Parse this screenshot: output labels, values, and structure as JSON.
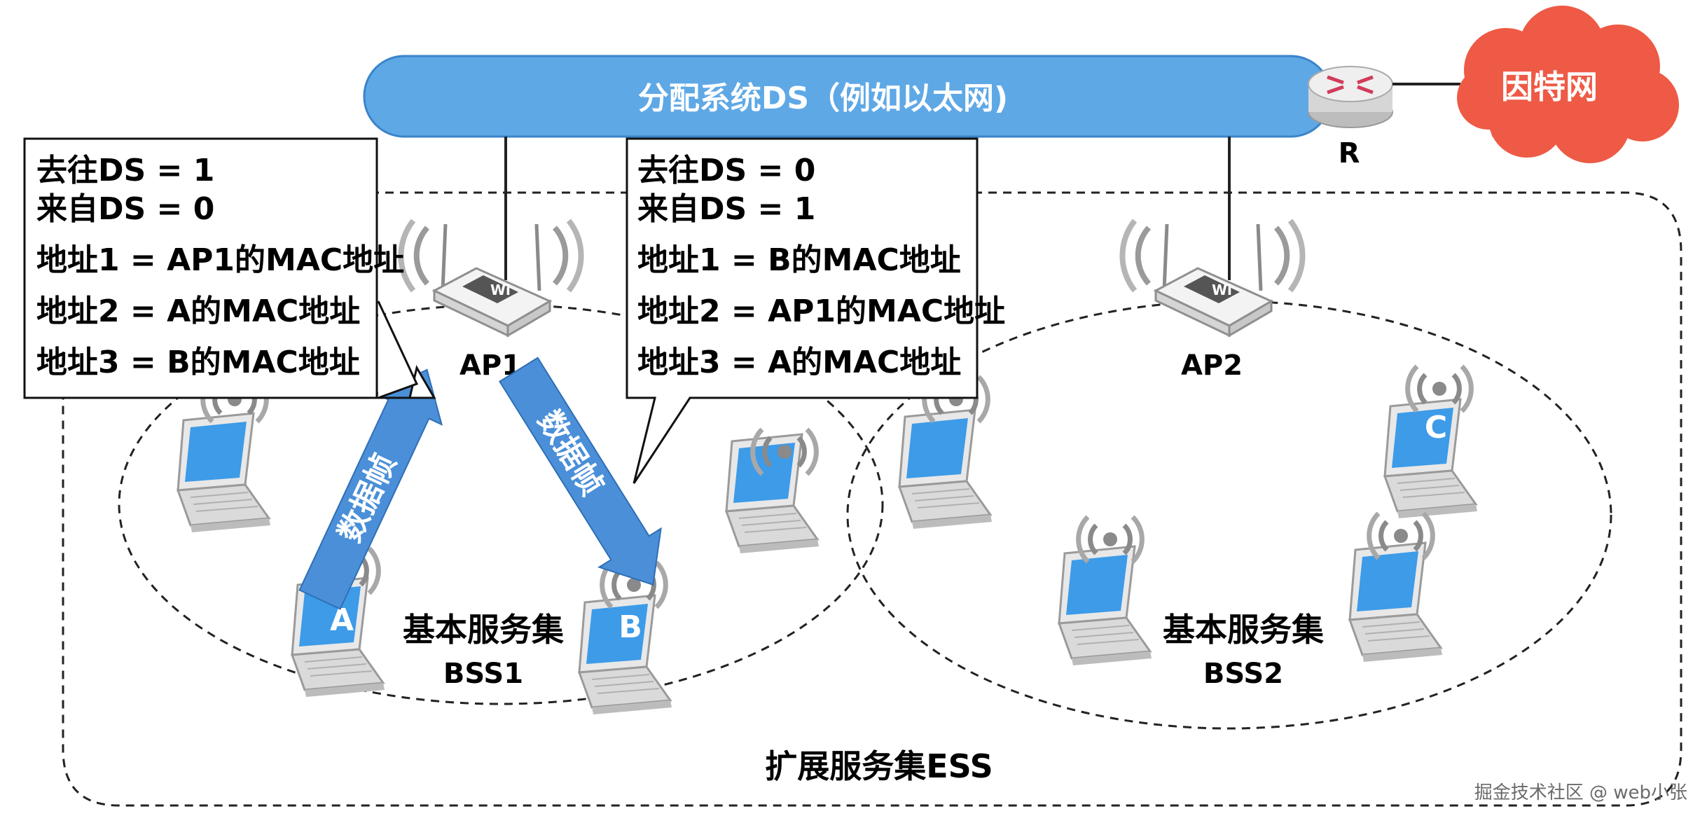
{
  "ds": {
    "label": "分配系统DS（例如以太网)"
  },
  "internet": {
    "label": "因特网"
  },
  "router": {
    "label": "R"
  },
  "ap1": {
    "label": "AP1"
  },
  "ap2": {
    "label": "AP2"
  },
  "bss1": {
    "title": "基本服务集",
    "subtitle": "BSS1"
  },
  "bss2": {
    "title": "基本服务集",
    "subtitle": "BSS2"
  },
  "ess": {
    "label": "扩展服务集ESS"
  },
  "frame_label": "数据帧",
  "stations": {
    "a": "A",
    "b": "B",
    "c": "C"
  },
  "info_left": {
    "lines": [
      "去往DS = 1",
      "来自DS = 0",
      "地址1 = AP1的MAC地址",
      "地址2 = A的MAC地址",
      "地址3 = B的MAC地址"
    ]
  },
  "info_right": {
    "lines": [
      "去往DS = 0",
      "来自DS = 1",
      "地址1 = B的MAC地址",
      "地址2 = AP1的MAC地址",
      "地址3 = A的MAC地址"
    ]
  },
  "watermark": "掘金技术社区 @ web小张",
  "colors": {
    "ds_bar": "#5fa8e6",
    "cloud": "#ee5a45",
    "frame_arrow": "#4a8fd8",
    "screen": "#3d9be8"
  }
}
